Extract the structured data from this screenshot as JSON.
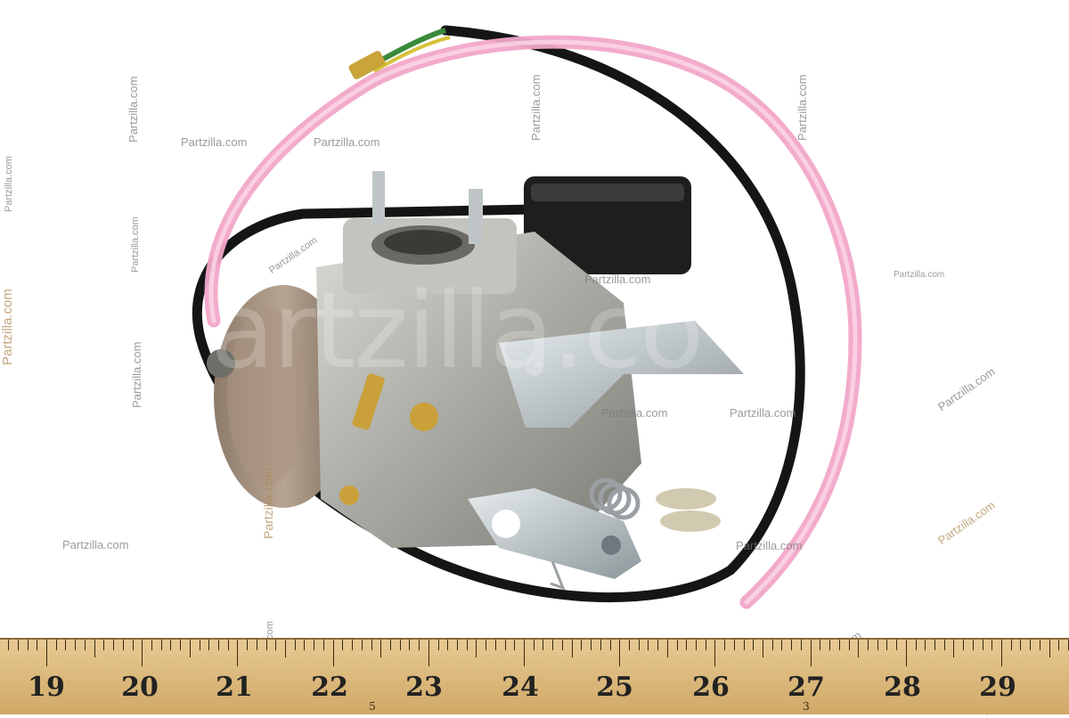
{
  "watermark": {
    "text": "Partzilla.com",
    "big_text": "artzilla.co"
  },
  "ruler": {
    "numbers": [
      "19",
      "20",
      "21",
      "22",
      "23",
      "24",
      "25",
      "26",
      "27",
      "28",
      "29"
    ],
    "sub_marks": [
      "5",
      "3"
    ]
  },
  "colors": {
    "background": "#ffffff",
    "ruler_wood": "#dcb878",
    "fuel_hose_pink": "#f2a6c8",
    "wire_black": "#151515",
    "aluminum_body": "#b9b9b4",
    "brass_fitting": "#c9a03a"
  }
}
